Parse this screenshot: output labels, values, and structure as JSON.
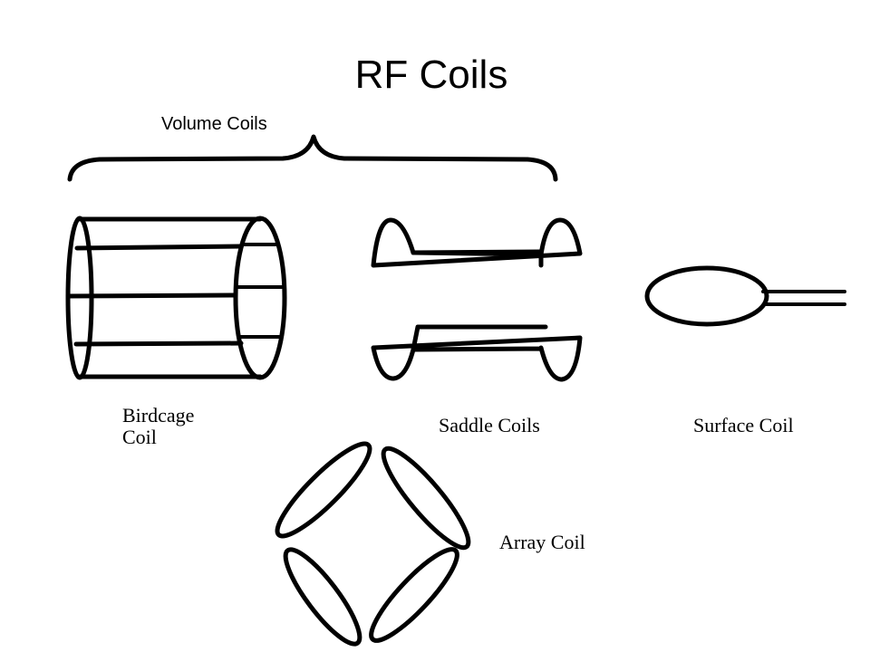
{
  "title": "RF Coils",
  "volume_group": {
    "label": "Volume Coils"
  },
  "coils": {
    "birdcage": {
      "label_line1": "Birdcage",
      "label_line2": "Coil"
    },
    "saddle": {
      "label": "Saddle Coils"
    },
    "surface": {
      "label": "Surface Coil"
    },
    "array": {
      "label": "Array Coil"
    }
  },
  "colors": {
    "stroke": "#000000",
    "background": "#ffffff"
  }
}
